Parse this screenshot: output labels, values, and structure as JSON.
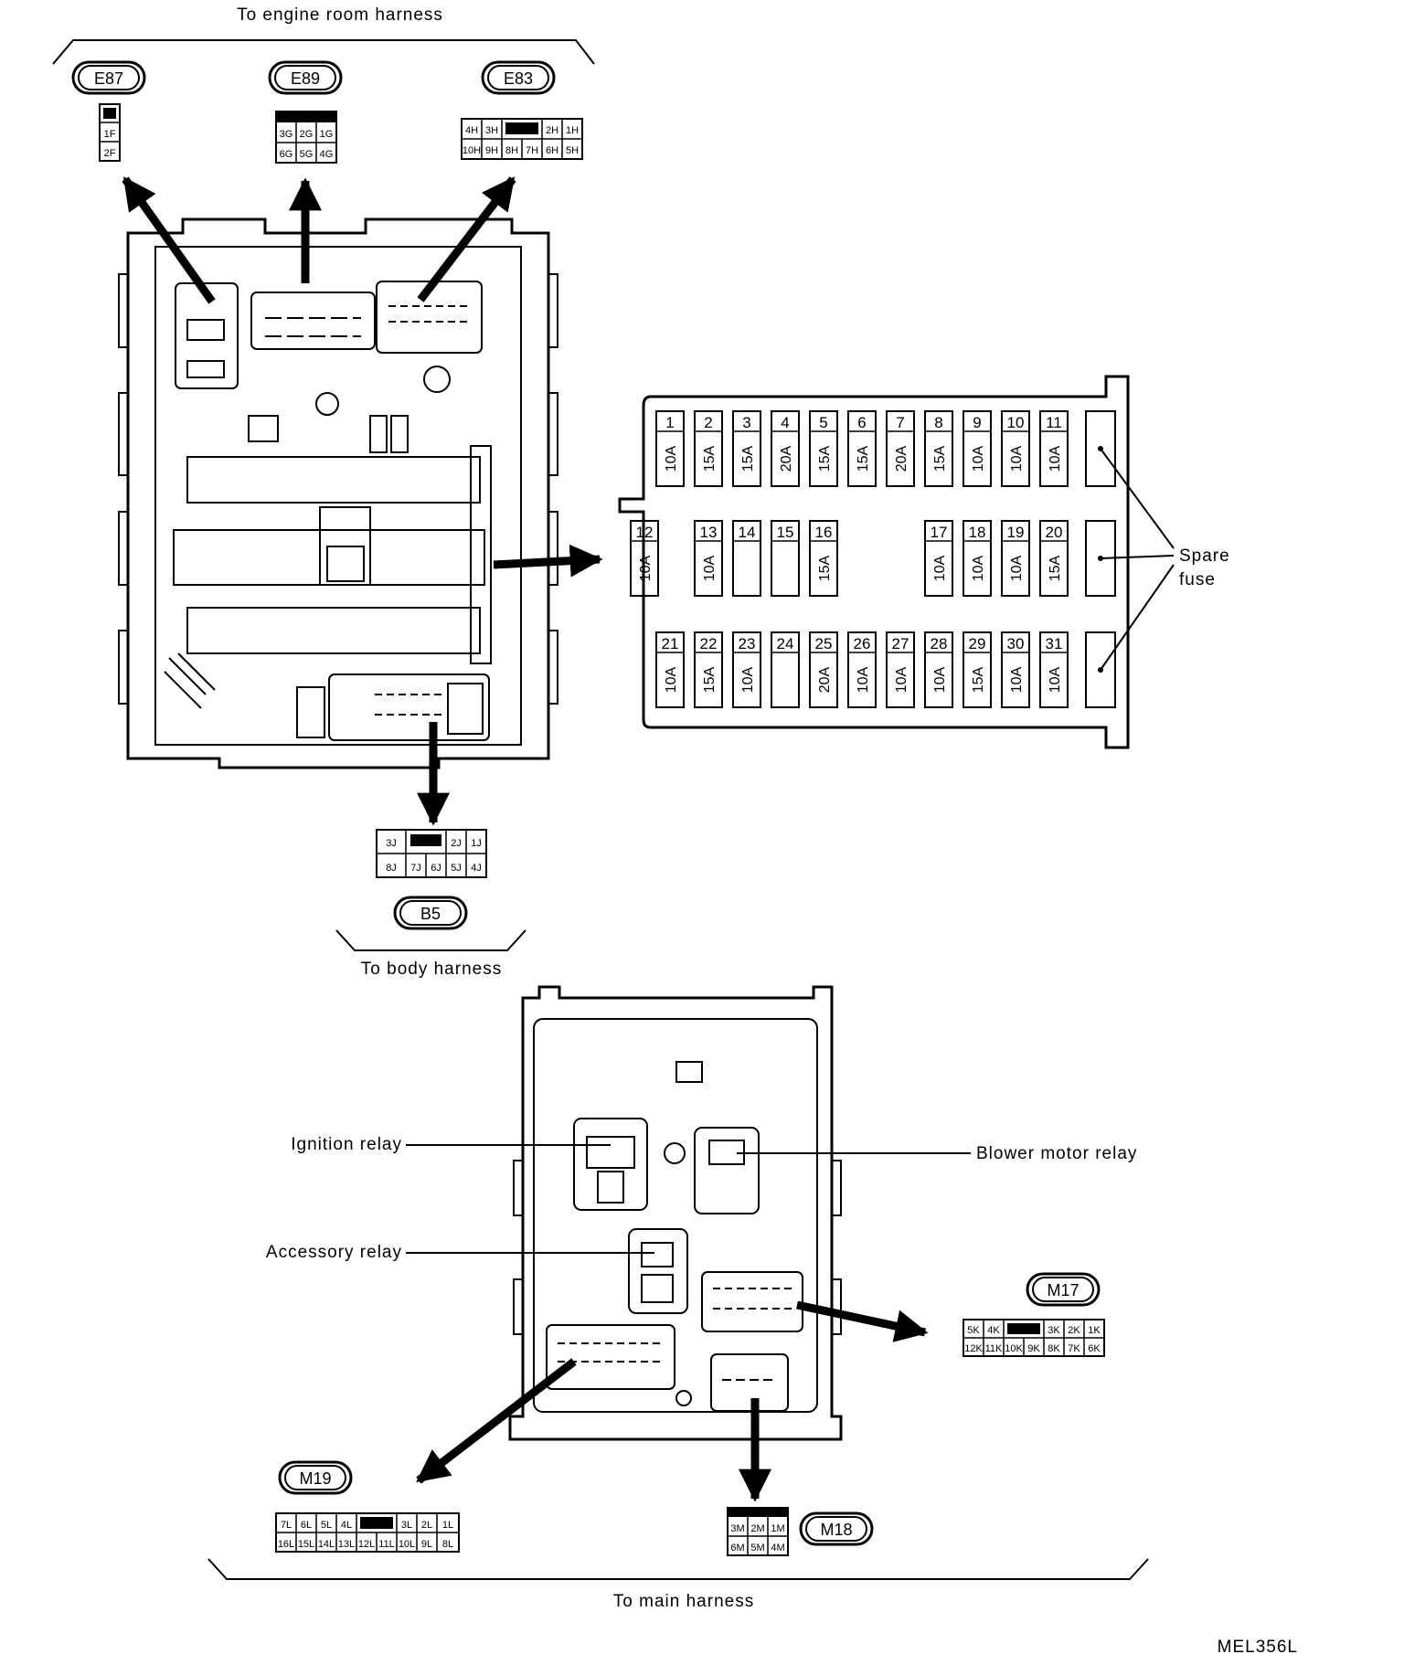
{
  "labels": {
    "engine_room": "To engine room harness",
    "body": "To body harness",
    "main": "To main harness",
    "spare_line1": "Spare",
    "spare_line2": "fuse",
    "ignition_relay": "Ignition relay",
    "accessory_relay": "Accessory relay",
    "blower_motor_relay": "Blower motor relay",
    "figure_code": "MEL356L"
  },
  "connectors": {
    "E87": {
      "name": "E87",
      "pins": [
        "1F",
        "2F"
      ]
    },
    "E89": {
      "name": "E89",
      "top": [
        "3G",
        "2G",
        "1G"
      ],
      "bottom": [
        "6G",
        "5G",
        "4G"
      ]
    },
    "E83": {
      "name": "E83",
      "top": [
        "4H",
        "3H",
        "",
        "2H",
        "1H"
      ],
      "bottom": [
        "10H",
        "9H",
        "8H",
        "7H",
        "6H",
        "5H"
      ]
    },
    "B5": {
      "name": "B5",
      "top": [
        "3J",
        "",
        "2J",
        "1J"
      ],
      "bottom": [
        "8J",
        "7J",
        "6J",
        "5J",
        "4J"
      ]
    },
    "M17": {
      "name": "M17",
      "top": [
        "5K",
        "4K",
        "",
        "3K",
        "2K",
        "1K"
      ],
      "bottom": [
        "12K",
        "11K",
        "10K",
        "9K",
        "8K",
        "7K",
        "6K"
      ]
    },
    "M18": {
      "name": "M18",
      "top": [
        "3M",
        "2M",
        "1M"
      ],
      "bottom": [
        "6M",
        "5M",
        "4M"
      ]
    },
    "M19": {
      "name": "M19",
      "top": [
        "7L",
        "6L",
        "5L",
        "4L",
        "",
        "3L",
        "2L",
        "1L"
      ],
      "bottom": [
        "16L",
        "15L",
        "14L",
        "13L",
        "12L",
        "11L",
        "10L",
        "9L",
        "8L"
      ]
    }
  },
  "fuses": {
    "row1": [
      {
        "n": "1",
        "a": "10A"
      },
      {
        "n": "2",
        "a": "15A"
      },
      {
        "n": "3",
        "a": "15A"
      },
      {
        "n": "4",
        "a": "20A"
      },
      {
        "n": "5",
        "a": "15A"
      },
      {
        "n": "6",
        "a": "15A"
      },
      {
        "n": "7",
        "a": "20A"
      },
      {
        "n": "8",
        "a": "15A"
      },
      {
        "n": "9",
        "a": "10A"
      },
      {
        "n": "10",
        "a": "10A"
      },
      {
        "n": "11",
        "a": "10A"
      }
    ],
    "row2": [
      {
        "n": "12",
        "a": "10A"
      },
      {
        "n": "13",
        "a": "10A"
      },
      {
        "n": "14",
        "a": ""
      },
      {
        "n": "15",
        "a": ""
      },
      {
        "n": "16",
        "a": "15A"
      },
      {
        "n": "17",
        "a": "10A"
      },
      {
        "n": "18",
        "a": "10A"
      },
      {
        "n": "19",
        "a": "10A"
      },
      {
        "n": "20",
        "a": "15A"
      }
    ],
    "row3": [
      {
        "n": "21",
        "a": "10A"
      },
      {
        "n": "22",
        "a": "15A"
      },
      {
        "n": "23",
        "a": "10A"
      },
      {
        "n": "24",
        "a": ""
      },
      {
        "n": "25",
        "a": "20A"
      },
      {
        "n": "26",
        "a": "10A"
      },
      {
        "n": "27",
        "a": "10A"
      },
      {
        "n": "28",
        "a": "10A"
      },
      {
        "n": "29",
        "a": "15A"
      },
      {
        "n": "30",
        "a": "10A"
      },
      {
        "n": "31",
        "a": "10A"
      }
    ]
  }
}
